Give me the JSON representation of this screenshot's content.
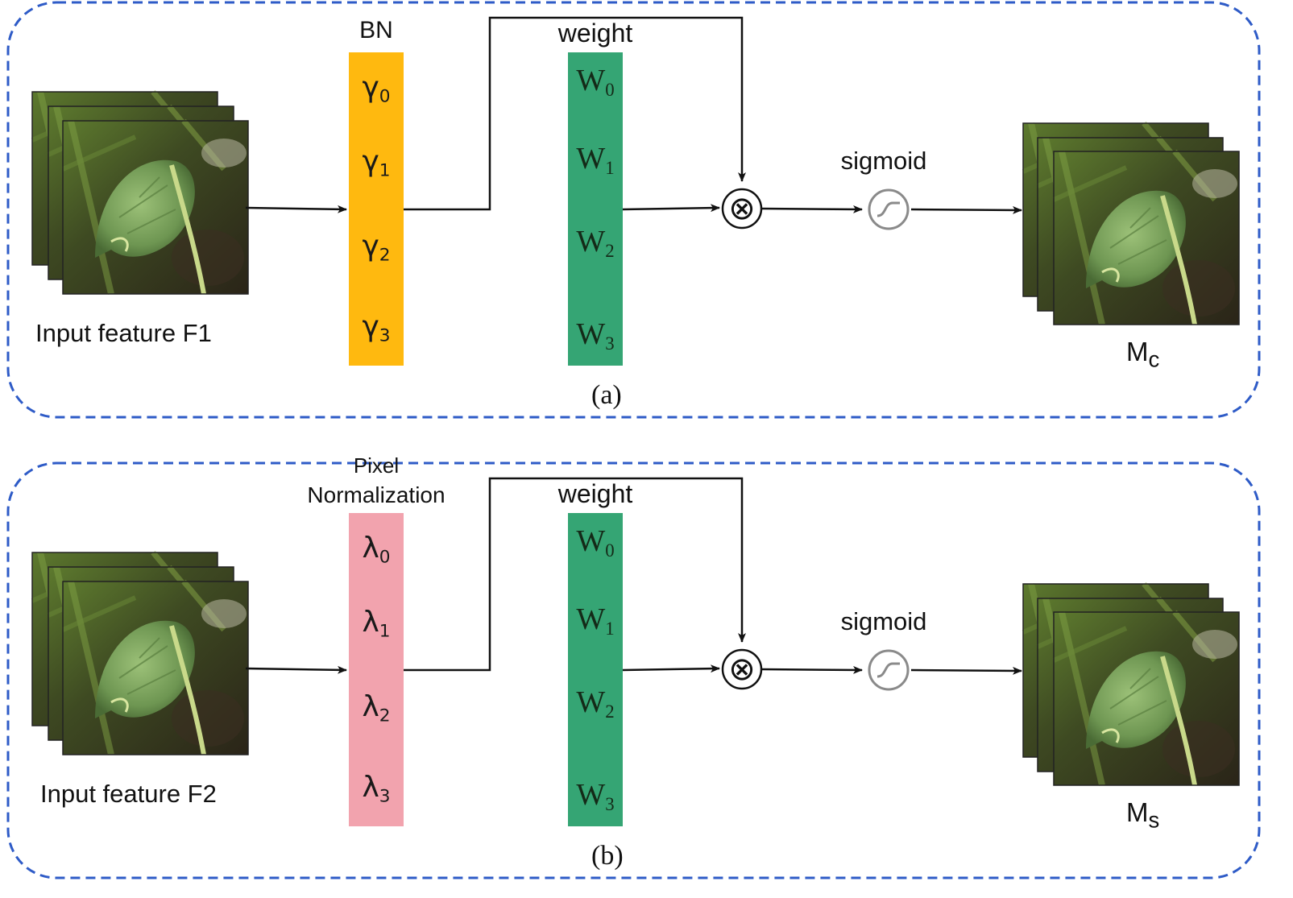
{
  "panels": [
    {
      "id": "a",
      "caption": "(a)",
      "input_label": "Input feature F1",
      "norm_label_lines": [
        "BN"
      ],
      "norm_color": "#FFB90F",
      "norm_symbols": [
        {
          "base": "γ",
          "sub": "0"
        },
        {
          "base": "γ",
          "sub": "1"
        },
        {
          "base": "γ",
          "sub": "2"
        },
        {
          "base": "γ",
          "sub": "3"
        }
      ],
      "weight_label": "weight",
      "weight_color": "#35A574",
      "weight_symbols": [
        {
          "base": "W",
          "sub": "0"
        },
        {
          "base": "W",
          "sub": "1"
        },
        {
          "base": "W",
          "sub": "2"
        },
        {
          "base": "W",
          "sub": "3"
        }
      ],
      "multiply_symbol": "⊗",
      "activation_label": "sigmoid",
      "output_label": {
        "base": "M",
        "sub": "c"
      }
    },
    {
      "id": "b",
      "caption": "(b)",
      "input_label": "Input feature F2",
      "norm_label_lines": [
        "Pixel",
        "Normalization"
      ],
      "norm_color": "#F2A3AE",
      "norm_symbols": [
        {
          "base": "λ",
          "sub": "0"
        },
        {
          "base": "λ",
          "sub": "1"
        },
        {
          "base": "λ",
          "sub": "2"
        },
        {
          "base": "λ",
          "sub": "3"
        }
      ],
      "weight_label": "weight",
      "weight_color": "#35A574",
      "weight_symbols": [
        {
          "base": "W",
          "sub": "0"
        },
        {
          "base": "W",
          "sub": "1"
        },
        {
          "base": "W",
          "sub": "2"
        },
        {
          "base": "W",
          "sub": "3"
        }
      ],
      "multiply_symbol": "⊗",
      "activation_label": "sigmoid",
      "output_label": {
        "base": "M",
        "sub": "s"
      }
    }
  ],
  "colors": {
    "frame": "#2E5BC7",
    "arrow": "#111111",
    "sigmoid_ring": "#8A8A8A"
  }
}
